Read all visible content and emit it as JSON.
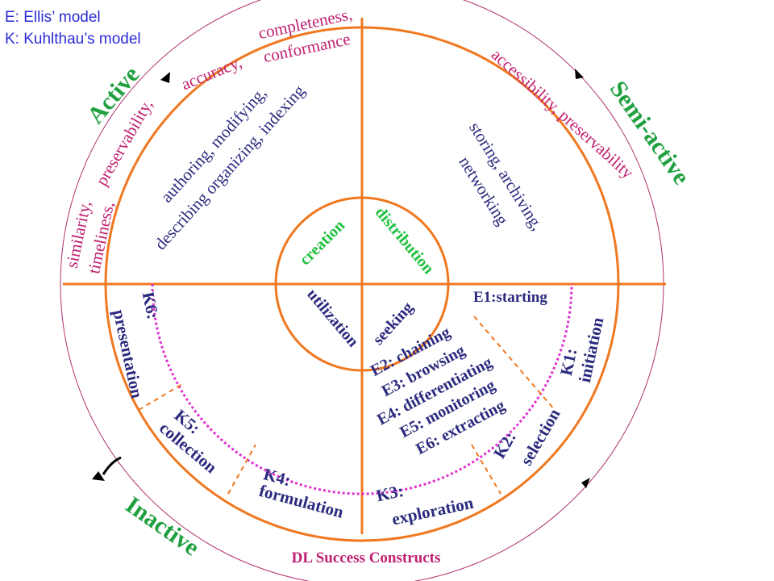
{
  "legend": {
    "ellis": "E: Ellis’ model",
    "kuhlthau": "K: Kuhlthau’s model"
  },
  "phases": {
    "active": "Active",
    "semi_active": "Semi-active",
    "inactive": "Inactive"
  },
  "outer_ring": {
    "accuracy": "accuracy,",
    "completeness": "completeness,",
    "conformance": "conformance",
    "accessibility": "accessibility, preservability",
    "similarity": "similarity,",
    "preservability": "preservability,",
    "timeliness": "timeliness,",
    "bottom_title": "DL Success Constructs"
  },
  "middle_ring": {
    "authoring_1": "authoring, modifying,",
    "authoring_2": "describing organizing, indexing",
    "storing_1": "storing, archiving,",
    "storing_2": "networking"
  },
  "core": {
    "creation": "creation",
    "distribution": "distribution",
    "utilization": "utilization",
    "seeking": "seeking"
  },
  "ellis": {
    "e1": "E1:starting",
    "e2": "E2: chaining",
    "e3": "E3: browsing",
    "e4": "E4: differentiating",
    "e5": "E5: monitoring",
    "e6": "E6: extracting"
  },
  "kuhlthau": {
    "k1_a": "K1:",
    "k1_b": "initiation",
    "k2_a": "K2:",
    "k2_b": "selection",
    "k3_a": "K3:",
    "k3_b": "exploration",
    "k4_a": "K4:",
    "k4_b": "formulation",
    "k5_a": "K5:",
    "k5_b": "collection",
    "k6_a": "K6:",
    "k6_b": "presentation"
  },
  "colors": {
    "orange": "#f07820",
    "navy": "#2a2a7e",
    "magenta": "#c02070",
    "green": "#20c040",
    "phase_green": "#20a040",
    "dotted": "#e030d0",
    "blue_legend": "#2b2bd6",
    "thin_circle": "#b03070"
  }
}
